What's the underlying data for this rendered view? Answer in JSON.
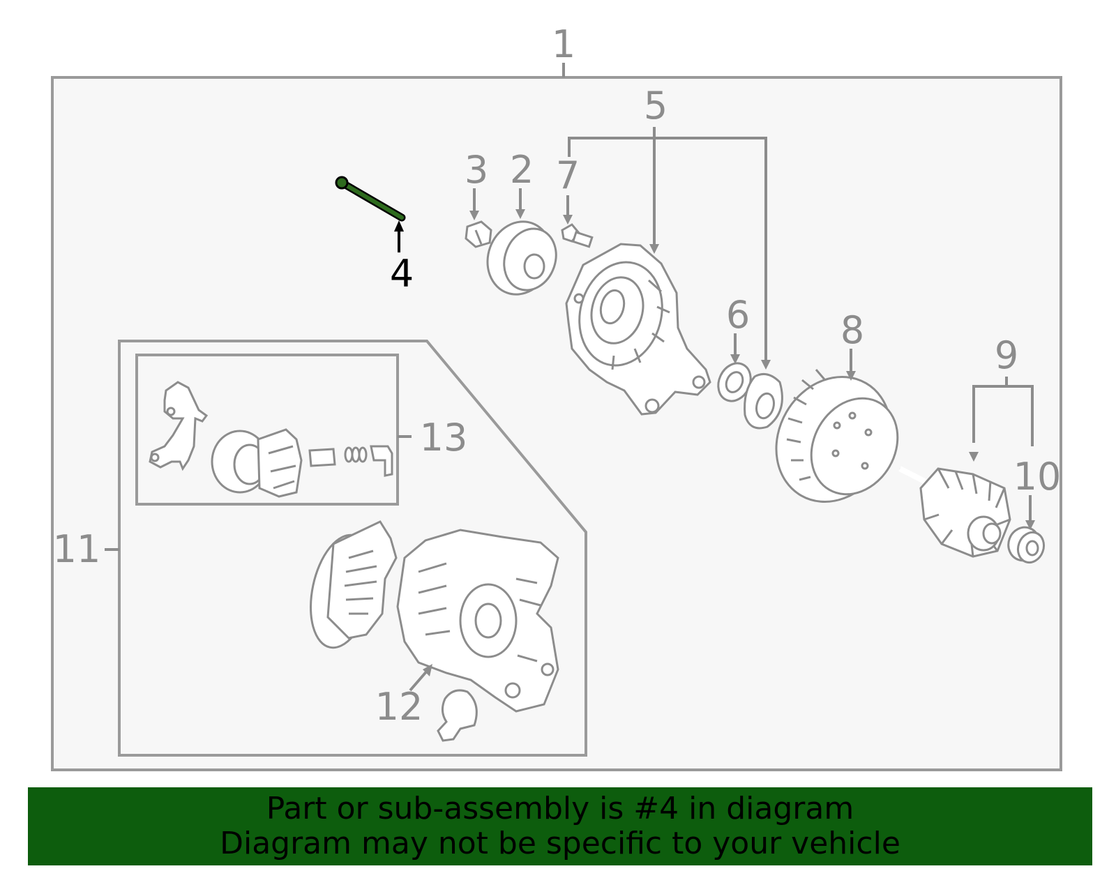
{
  "callouts": {
    "c1": "1",
    "c2": "2",
    "c3": "3",
    "c4": "4",
    "c5": "5",
    "c6": "6",
    "c7": "7",
    "c8": "8",
    "c9": "9",
    "c10": "10",
    "c11": "11",
    "c12": "12",
    "c13": "13"
  },
  "highlighted_part": "4",
  "colors": {
    "highlight": "#2e6b1e",
    "banner": "#0d5d0d",
    "line": "#8c8c8c",
    "panel": "#f7f7f7"
  },
  "banner": {
    "line1": "Part or sub-assembly is #4 in diagram",
    "line2": "Diagram may not be specific to your vehicle"
  }
}
